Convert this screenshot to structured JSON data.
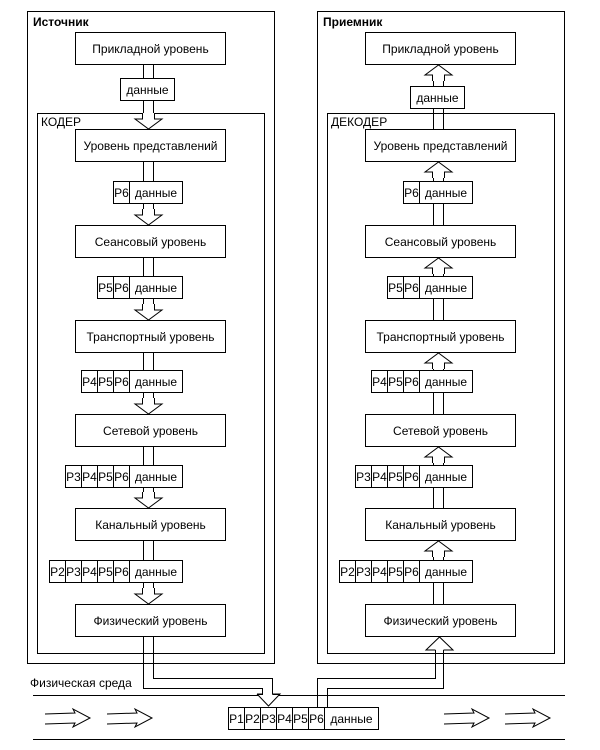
{
  "source": {
    "title": "Источник",
    "top_layer": "Прикладной уровень",
    "encoder_label": "КОДЕР",
    "top_data": [
      "данные"
    ],
    "layers": [
      "Уровень представлений",
      "Сеансовый уровень",
      "Транспортный уровень",
      "Сетевой уровень",
      "Канальный уровень",
      "Физический уровень"
    ],
    "packets": [
      [
        "P6",
        "данные"
      ],
      [
        "P5",
        "P6",
        "данные"
      ],
      [
        "P4",
        "P5",
        "P6",
        "данные"
      ],
      [
        "P3",
        "P4",
        "P5",
        "P6",
        "данные"
      ],
      [
        "P2",
        "P3",
        "P4",
        "P5",
        "P6",
        "данные"
      ]
    ],
    "flow": "down"
  },
  "receiver": {
    "title": "Приемник",
    "top_layer": "Прикладной уровень",
    "decoder_label": "ДЕКОДЕР",
    "top_data": [
      "данные"
    ],
    "layers": [
      "Уровень представлений",
      "Сеансовый уровень",
      "Транспортный уровень",
      "Сетевой уровень",
      "Канальный уровень",
      "Физический уровень"
    ],
    "packets": [
      [
        "P6",
        "данные"
      ],
      [
        "P5",
        "P6",
        "данные"
      ],
      [
        "P4",
        "P5",
        "P6",
        "данные"
      ],
      [
        "P3",
        "P4",
        "P5",
        "P6",
        "данные"
      ],
      [
        "P2",
        "P3",
        "P4",
        "P5",
        "P6",
        "данные"
      ]
    ],
    "flow": "up"
  },
  "medium": {
    "label": "Физическая среда",
    "packet": [
      "P1",
      "P2",
      "P3",
      "P4",
      "P5",
      "P6",
      "данные"
    ],
    "direction_arrows": [
      "arrow-right",
      "arrow-right",
      "arrow-right",
      "arrow-right"
    ]
  }
}
